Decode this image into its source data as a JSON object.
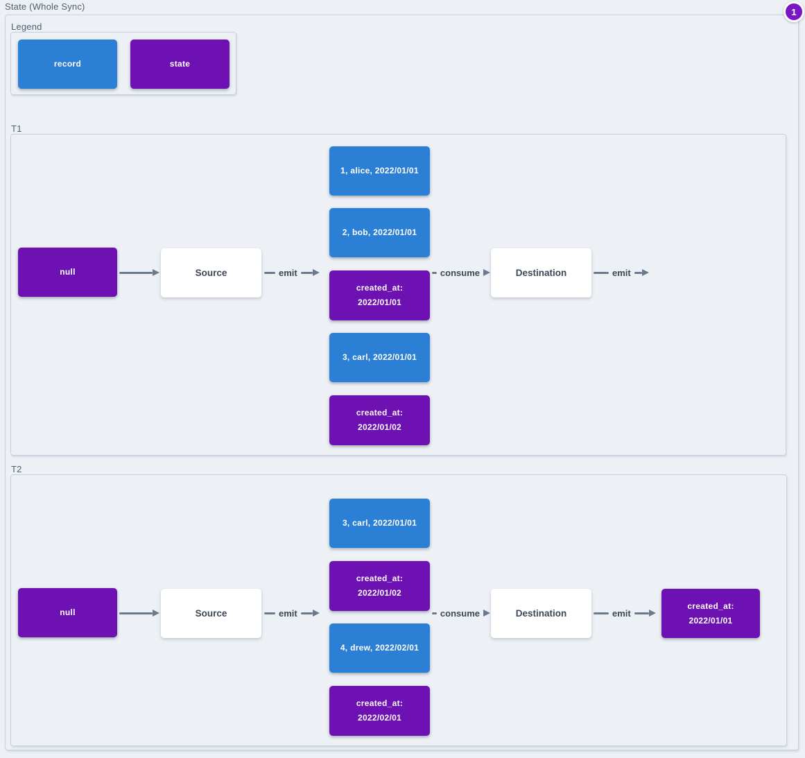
{
  "page": {
    "title": "State (Whole Sync)",
    "badge_count": "1"
  },
  "colors": {
    "record_blue": "#2b7fd4",
    "state_purple": "#6d11b3",
    "badge_purple": "#7b16c4",
    "background": "#edf1f6",
    "group_border": "#c7d1dc",
    "arrow_gray": "#6b7a8c",
    "label_text": "#51606e",
    "plain_node_text": "#3b4754"
  },
  "legend": {
    "label": "Legend",
    "items": [
      {
        "type": "record",
        "label": "record"
      },
      {
        "type": "state",
        "label": "state"
      }
    ]
  },
  "sections": [
    {
      "label": "T1",
      "input_state": "null",
      "source": "Source",
      "destination": "Destination",
      "emit_source_label": "emit",
      "consume_label": "consume",
      "emit_destination_label": "emit",
      "queue": [
        {
          "type": "record",
          "text": "1, alice, 2022/01/01"
        },
        {
          "type": "record",
          "text": "2, bob, 2022/01/01"
        },
        {
          "type": "state",
          "text": "created_at:\n2022/01/01"
        },
        {
          "type": "record",
          "text": "3, carl, 2022/01/01"
        },
        {
          "type": "state",
          "text": "created_at:\n2022/01/02"
        }
      ]
    },
    {
      "label": "T2",
      "input_state": "null",
      "source": "Source",
      "destination": "Destination",
      "emit_source_label": "emit",
      "consume_label": "consume",
      "emit_destination_label": "emit",
      "queue": [
        {
          "type": "record",
          "text": "3, carl, 2022/01/01"
        },
        {
          "type": "state",
          "text": "created_at:\n2022/01/02"
        },
        {
          "type": "record",
          "text": "4, drew, 2022/02/01"
        },
        {
          "type": "state",
          "text": "created_at:\n2022/02/01"
        }
      ],
      "output_state": "created_at:\n2022/01/01"
    }
  ]
}
